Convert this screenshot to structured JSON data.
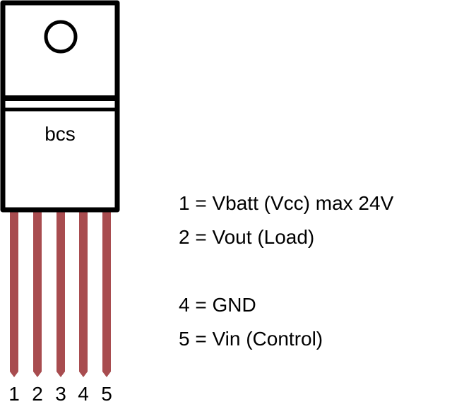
{
  "package": {
    "label": "bcs",
    "pin_color": "#a84c4f",
    "pins": [
      "1",
      "2",
      "3",
      "4",
      "5"
    ]
  },
  "legend": [
    "1 = Vbatt (Vcc) max 24V",
    "2 = Vout (Load)",
    "4 = GND",
    "5 = Vin (Control)"
  ]
}
